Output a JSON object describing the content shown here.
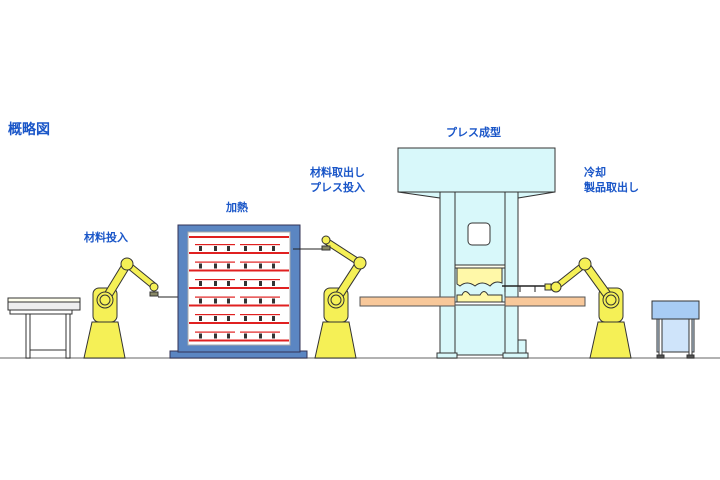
{
  "title": "概略図",
  "stations": {
    "material_input": "材料投入",
    "heating": "加熱",
    "material_takeout_line1": "材料取出し",
    "material_takeout_line2": "プレス投入",
    "press_forming": "プレス成型",
    "cooling_line1": "冷却",
    "cooling_line2": "製品取出し"
  },
  "colors": {
    "label": "#1a56c8",
    "robot": "#f5f056",
    "furnace": "#5b86c2",
    "heater_bar": "#e02020",
    "press": "#d8f8fa",
    "strip": "#f8c89a",
    "table": "#a8ccf4"
  }
}
